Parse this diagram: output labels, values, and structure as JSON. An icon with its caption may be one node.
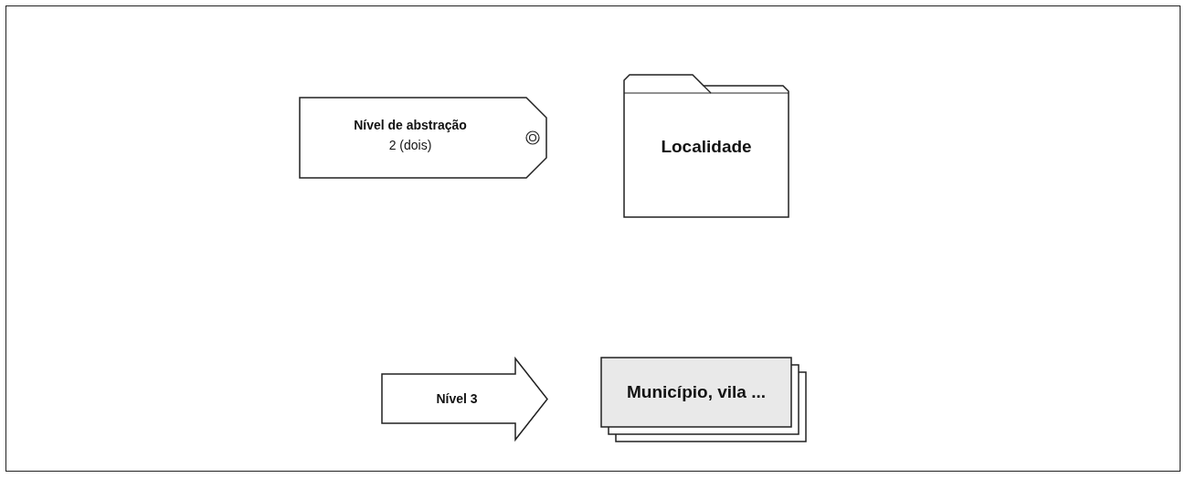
{
  "diagram": {
    "nodes": [
      {
        "text": [
          "Nível de abstração",
          "2 (dois)"
        ]
      },
      {
        "text": [
          "Localidade"
        ]
      },
      {
        "text": [
          "Nível 3"
        ]
      },
      {
        "text": [
          "Município, vila ..."
        ]
      }
    ]
  }
}
